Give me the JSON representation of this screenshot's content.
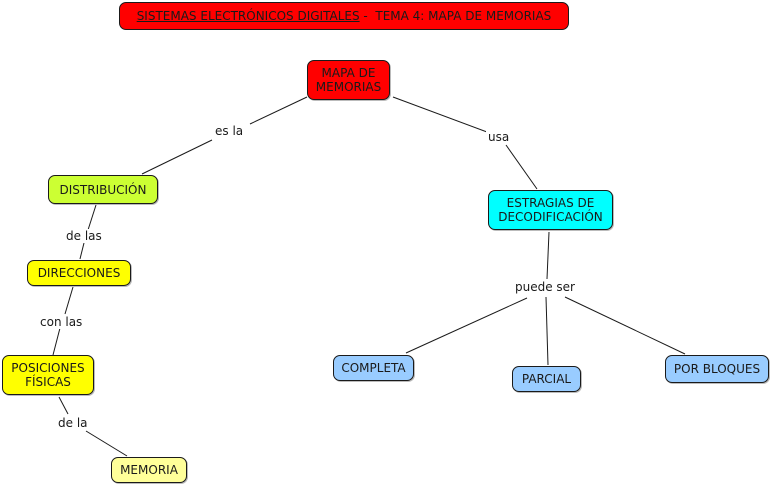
{
  "title": {
    "link_text": "SISTEMAS ELECTRÓNICOS DIGITALES",
    "separator": " -  ",
    "rest_text": "TEMA 4: MAPA DE MEMORIAS",
    "color": "#ff0000"
  },
  "nodes": {
    "root": {
      "line1": "MAPA DE",
      "line2": "MEMORIAS",
      "color": "#ff0000"
    },
    "distribucion": {
      "text": "DISTRIBUCIÓN",
      "color": "#ccff33"
    },
    "direcciones": {
      "text": "DIRECCIONES",
      "color": "#ffff00"
    },
    "posiciones": {
      "line1": "POSICIONES",
      "line2": "FÍSICAS",
      "color": "#ffff00"
    },
    "memoria": {
      "text": "MEMORIA",
      "color": "#ffff99"
    },
    "estrategias": {
      "line1": "ESTRAGIAS DE",
      "line2": "DECODIFICACIÓN",
      "color": "#00ffff"
    },
    "completa": {
      "text": "COMPLETA",
      "color": "#99ccff"
    },
    "parcial": {
      "text": "PARCIAL",
      "color": "#99ccff"
    },
    "bloques": {
      "text": "POR BLOQUES",
      "color": "#99ccff"
    }
  },
  "links": {
    "es_la": "es la",
    "usa": "usa",
    "de_las": "de las",
    "con_las": "con las",
    "de_la": "de la",
    "puede_ser": "puede ser"
  }
}
